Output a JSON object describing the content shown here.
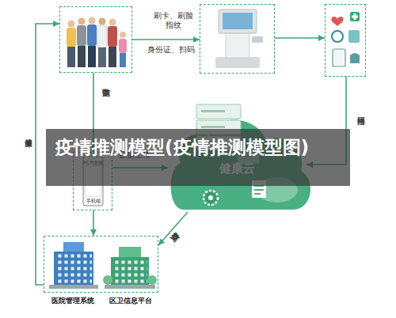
{
  "diagram": {
    "title": "疫情推测模型(疫情推测模型图)",
    "nodes": [
      {
        "text": []
      },
      {
        "text": []
      },
      {
        "text": []
      },
      {
        "text": [
          "健康云"
        ]
      },
      {
        "text": [
          "PC与智能",
          "手机端"
        ]
      },
      {
        "text": []
      },
      {
        "text": [
          "医院管理系统"
        ],
        "in": 5
      },
      {
        "text": [
          "区卫信息平台"
        ],
        "in": 5
      }
    ],
    "edges": [
      {
        "from": 0,
        "to": 1,
        "arrow": "to",
        "label": "刷卡、刷脸 指纹"
      },
      {
        "from": 1,
        "to": 2,
        "arrow": "to"
      },
      {
        "from": 2,
        "to": 3,
        "arrow": "to",
        "label": "网络接口"
      },
      {
        "from": 0,
        "to": 4,
        "arrow": "to",
        "label": "数据查询"
      },
      {
        "from": 4,
        "to": 3,
        "arrow": "to",
        "label": "数据上传"
      },
      {
        "from": 4,
        "to": 5,
        "arrow": "to"
      },
      {
        "from": 3,
        "to": 5,
        "arrow": "to",
        "label": "数据交换"
      },
      {
        "from": 5,
        "to": 0,
        "arrow": "to",
        "label": "健康服务"
      }
    ],
    "labels": [
      "身份证、扫码"
    ]
  }
}
